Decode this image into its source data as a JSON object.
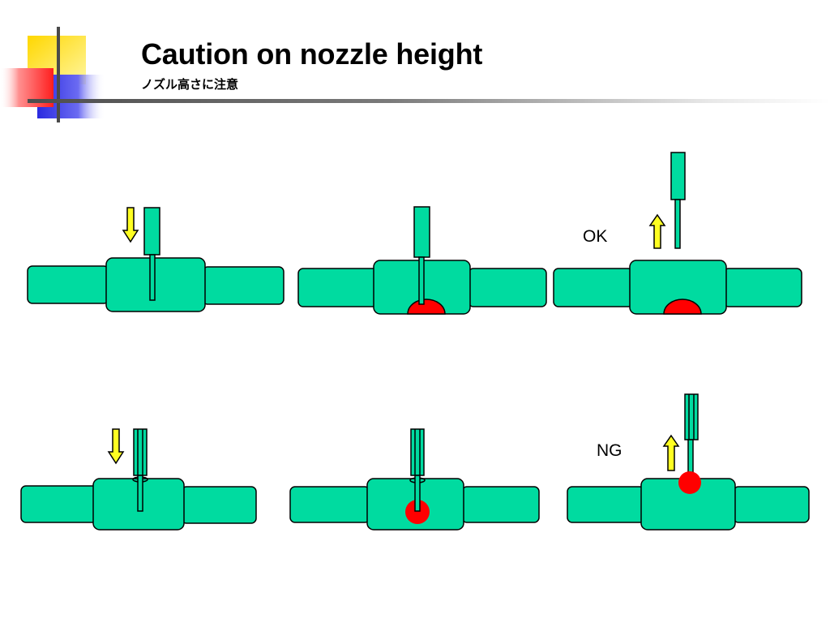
{
  "header": {
    "title": "Caution on nozzle height",
    "subtitle": "ノズル高さに注意"
  },
  "diagram": {
    "ok_label": "OK",
    "ng_label": "NG"
  },
  "colors": {
    "teal": "#00dba0",
    "red": "#ff0000",
    "yellow": "#ffff22",
    "outline": "#000000"
  }
}
